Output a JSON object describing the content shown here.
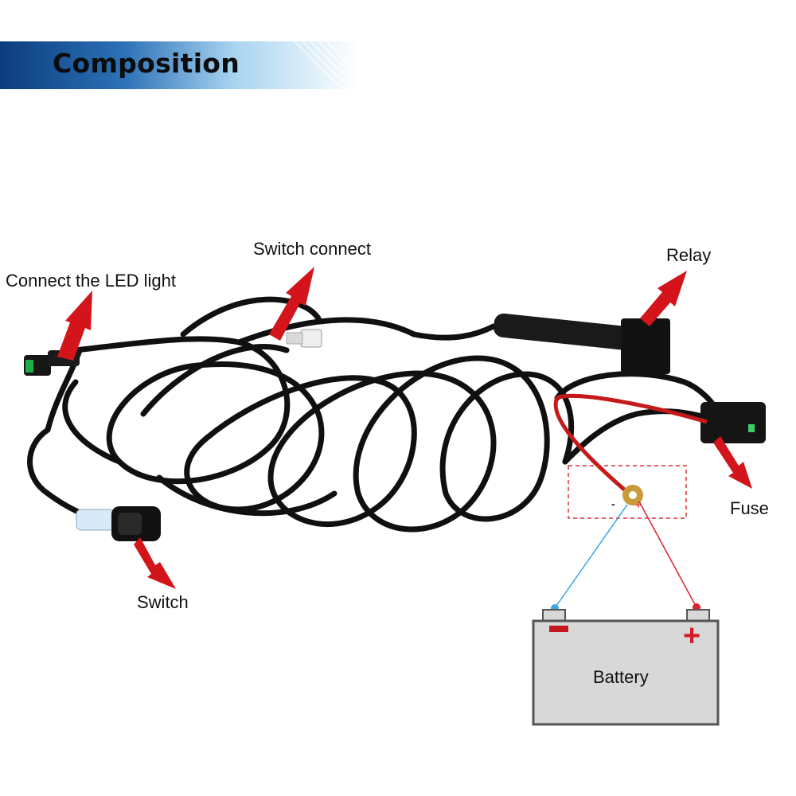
{
  "banner": {
    "title": "Composition",
    "colors": {
      "dark": "#0b3d7e",
      "light": "#d6ecf8"
    }
  },
  "labels": {
    "connect_led": "Connect the LED light",
    "switch_connect": "Switch connect",
    "relay": "Relay",
    "fuse": "Fuse",
    "switch": "Switch"
  },
  "terminal": {
    "minus": "-",
    "plus": "+"
  },
  "battery": {
    "label": "Battery",
    "minus_symbol": "-",
    "plus_symbol": "+"
  },
  "colors": {
    "arrow": "#d3151b",
    "negative_wire": "#3da6df",
    "positive_wire": "#e0202a",
    "battery_fill": "#d8d8d8",
    "cable": "#101010"
  }
}
